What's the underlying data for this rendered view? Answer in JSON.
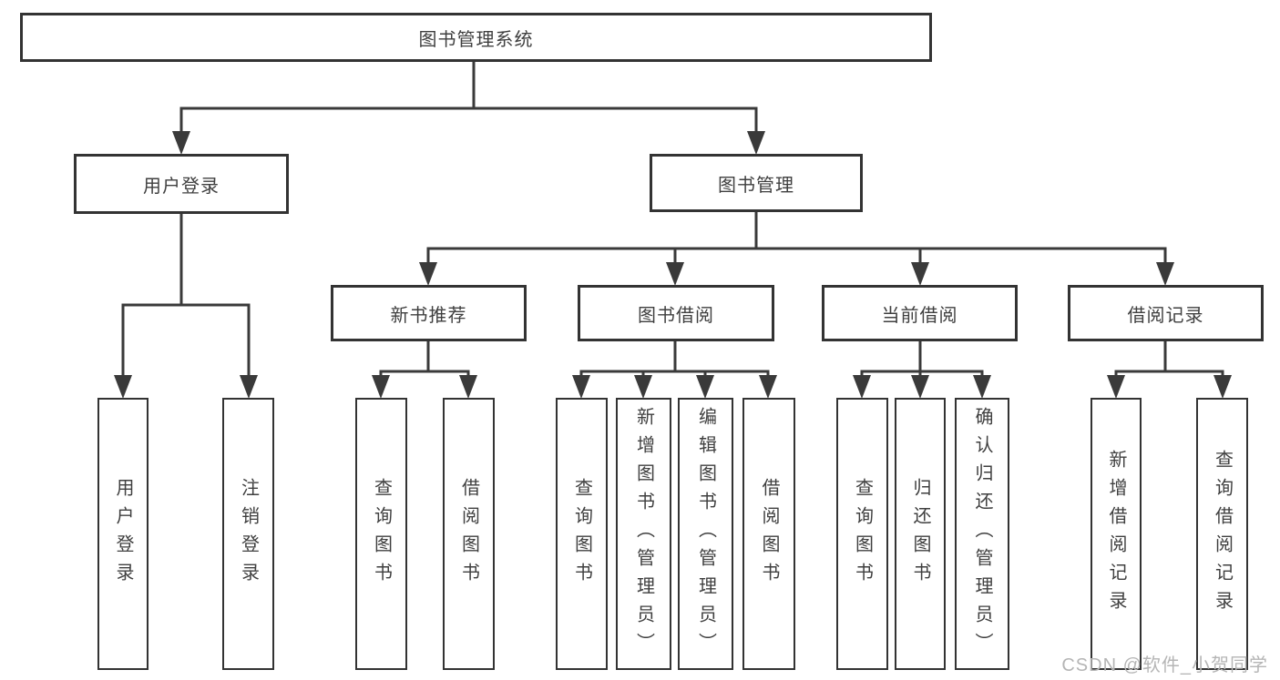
{
  "diagram": {
    "root": {
      "label": "图书管理系统"
    },
    "level2": [
      {
        "label": "用户登录"
      },
      {
        "label": "图书管理"
      }
    ],
    "level3": [
      {
        "label": "新书推荐"
      },
      {
        "label": "图书借阅"
      },
      {
        "label": "当前借阅"
      },
      {
        "label": "借阅记录"
      }
    ],
    "leaves": [
      {
        "label": "用户登录"
      },
      {
        "label": "注销登录"
      },
      {
        "label": "查询图书"
      },
      {
        "label": "借阅图书"
      },
      {
        "label": "查询图书"
      },
      {
        "label": "新增图书（管理员）"
      },
      {
        "label": "编辑图书（管理员）"
      },
      {
        "label": "借阅图书"
      },
      {
        "label": "查询图书"
      },
      {
        "label": "归还图书"
      },
      {
        "label": "确认归还（管理员）"
      },
      {
        "label": "新增借阅记录"
      },
      {
        "label": "查询借阅记录"
      }
    ]
  },
  "watermark": {
    "text": "CSDN @软件_小贺同学"
  },
  "colors": {
    "line": "#3a3a3a",
    "border": "#333333",
    "text": "#3f3f3f",
    "watermark": "#b5b5b5",
    "background": "#ffffff"
  }
}
